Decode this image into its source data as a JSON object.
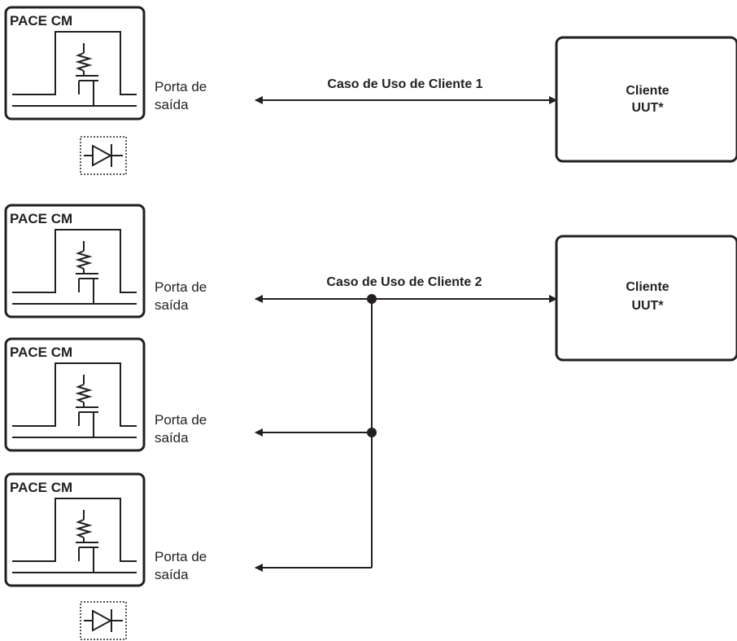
{
  "modules": [
    {
      "title": "PACE CM",
      "port_line1": "Porta de",
      "port_line2": "saída"
    },
    {
      "title": "PACE CM",
      "port_line1": "Porta de",
      "port_line2": "saída"
    },
    {
      "title": "PACE CM",
      "port_line1": "Porta de",
      "port_line2": "saída"
    },
    {
      "title": "PACE CM",
      "port_line1": "Porta de",
      "port_line2": "saída"
    }
  ],
  "use_cases": [
    {
      "label": "Caso de Uso de Cliente 1"
    },
    {
      "label": "Caso de Uso de Cliente 2"
    }
  ],
  "clients": [
    {
      "line1": "Cliente",
      "line2": "UUT*"
    },
    {
      "line1": "Cliente",
      "line2": "UUT*"
    }
  ],
  "colors": {
    "stroke": "#231f20",
    "background": "#ffffff"
  }
}
